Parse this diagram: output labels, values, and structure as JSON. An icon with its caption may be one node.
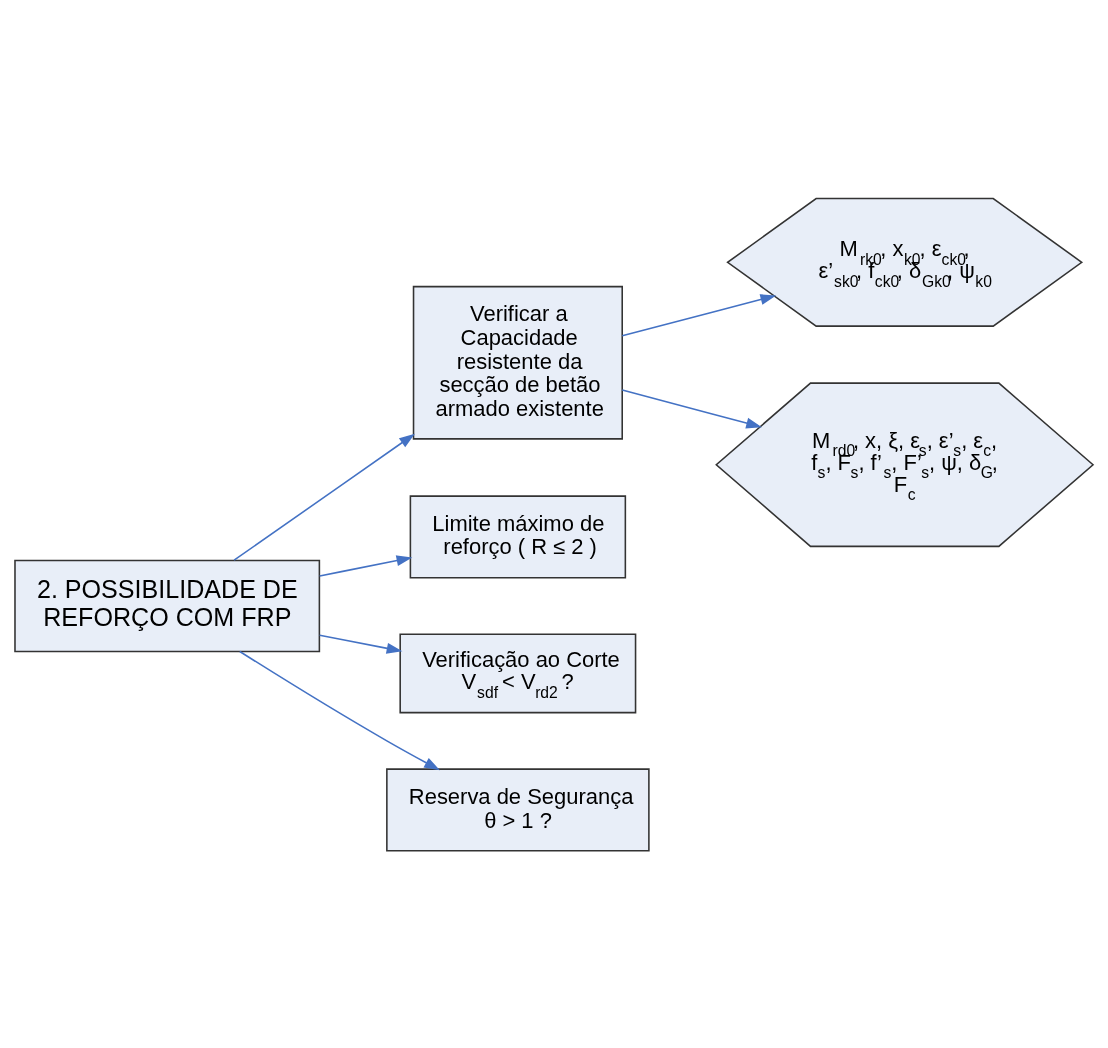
{
  "diagram": {
    "nodes": [
      {
        "text": [
          "2. POSSIBILIDADE DE REFORÇO COM FRP"
        ]
      },
      {
        "text": [
          "Verificar a Capacidade resistente da secção de betão armado existente"
        ]
      },
      {
        "text": [
          "M$_{rk0}$, x$_{k0}$, ε$_{ck0}$, ε’$_{sk0}$, f$_{ck0}$, δ$_{Gk0}$, ψ$_{k0}$"
        ]
      },
      {
        "text": [
          "M$_{rd0}$, x, ξ, ε$_{s}$, ε’$_{s}$, ε$_{c}$, f$_{s}$, F$_{s}$, f’$_{s}$, F’$_{s}$, ψ, δ$_{G}$, F$_{c}$"
        ]
      },
      {
        "text": [
          "Limite máximo de reforço ( R ≤ 2 )"
        ]
      },
      {
        "text": [
          "Verificação ao Corte V$_{sdf}$ < V$_{rd2}$ ?"
        ]
      },
      {
        "text": [
          "Reserva de Segurança θ > 1 ?"
        ]
      }
    ],
    "edges": [
      {
        "from": 0,
        "to": 1,
        "arrow": "to"
      },
      {
        "from": 1,
        "to": 2,
        "arrow": "to"
      },
      {
        "from": 1,
        "to": 3,
        "arrow": "to"
      },
      {
        "from": 0,
        "to": 4,
        "arrow": "to"
      },
      {
        "from": 0,
        "to": 5,
        "arrow": "to"
      },
      {
        "from": 0,
        "to": 6,
        "arrow": "to"
      }
    ]
  }
}
